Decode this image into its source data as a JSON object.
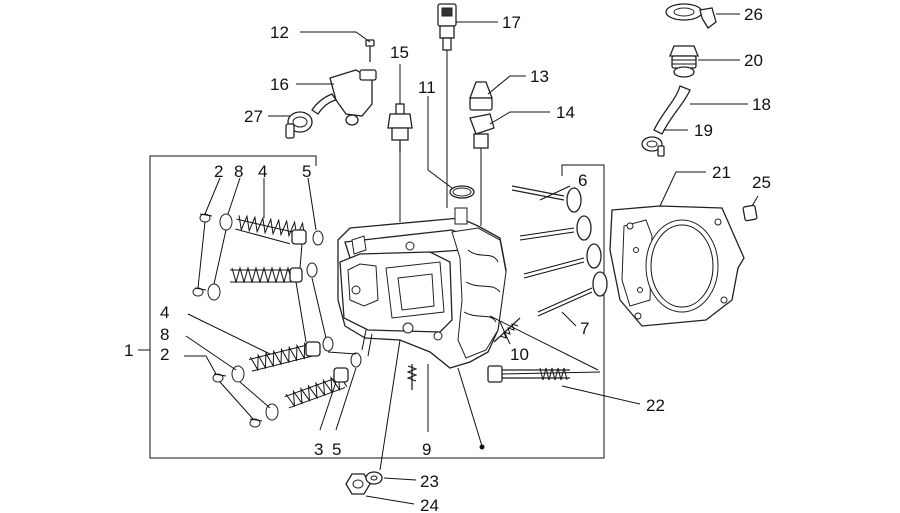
{
  "diagram": {
    "type": "exploded-parts-diagram",
    "labels": {
      "p1": "1",
      "p2a": "2",
      "p2b": "2",
      "p3": "3",
      "p4a": "4",
      "p4b": "4",
      "p5a": "5",
      "p5b": "5",
      "p6": "6",
      "p7": "7",
      "p8a": "8",
      "p8b": "8",
      "p9": "9",
      "p10": "10",
      "p11": "11",
      "p12": "12",
      "p13": "13",
      "p14": "14",
      "p15": "15",
      "p16": "16",
      "p17": "17",
      "p18": "18",
      "p19": "19",
      "p20": "20",
      "p21": "21",
      "p22": "22",
      "p23": "23",
      "p24": "24",
      "p25": "25",
      "p26": "26",
      "p27": "27"
    }
  }
}
